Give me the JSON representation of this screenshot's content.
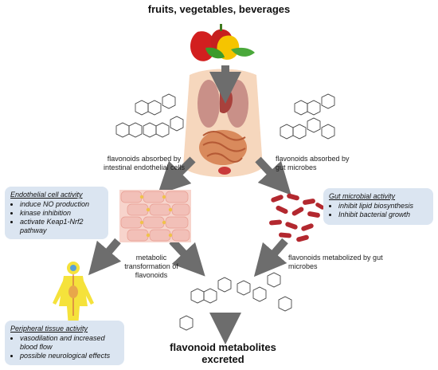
{
  "header": {
    "title": "fruits, vegetables, beverages"
  },
  "footer": {
    "title_line1": "flavonoid metabolites",
    "title_line2": "excreted"
  },
  "labels": {
    "absorbed_intestinal": [
      "flavonoids absorbed by",
      "intestinal endothelial cells"
    ],
    "absorbed_microbes": [
      "flavonoids absorbed by",
      "gut microbes"
    ],
    "metabolic_transform": [
      "metabolic",
      "transformation of",
      "flavonoids"
    ],
    "metabolized_microbes": [
      "flavonoids metabolized by gut",
      "microbes"
    ]
  },
  "boxes": {
    "endothelial": {
      "title": "Endothelial cell activity",
      "items": [
        "induce NO production",
        "kinase inhibition",
        "activate Keap1-Nrf2 pathway"
      ]
    },
    "gut": {
      "title": "Gut microbial activity",
      "items": [
        "inhibit lipid biosynthesis",
        "Inhibit bacterial growth"
      ]
    },
    "peripheral": {
      "title": "Peripheral tissue activity",
      "items": [
        "vasodilation and increased blood flow",
        "possible neurological effects"
      ]
    }
  },
  "colors": {
    "arrow": "#6d6d6d",
    "box_bg": "#dbe5f1",
    "cells": "#f2c0b8",
    "cell_dot": "#f0c24a",
    "bacteria": "#b3282f",
    "torso": "#f6d7bd",
    "figure": "#f5e23b"
  }
}
